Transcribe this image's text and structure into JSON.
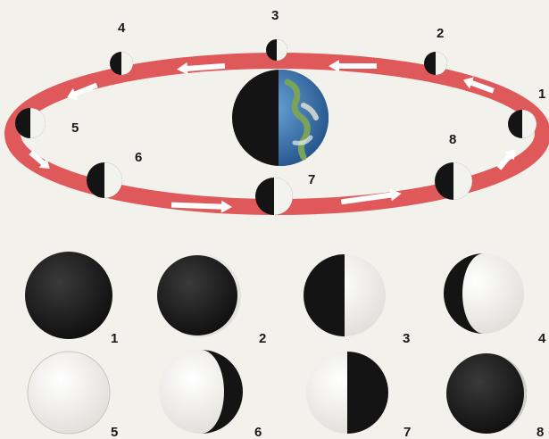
{
  "orbit_labels": [
    "1",
    "2",
    "3",
    "4",
    "5",
    "6",
    "7",
    "8"
  ],
  "phase_labels": [
    "1",
    "2",
    "3",
    "4",
    "5",
    "6",
    "7",
    "8"
  ],
  "colors": {
    "orbit": "#e0595a",
    "arrow": "#ffffff",
    "moon_dark": "#141414",
    "moon_light": "#f2f2ee",
    "earth_ocean": "#3b79b8",
    "earth_land": "#7aa35a"
  },
  "icons": {
    "earth": "earth-icon",
    "moon": "moon-icon"
  }
}
